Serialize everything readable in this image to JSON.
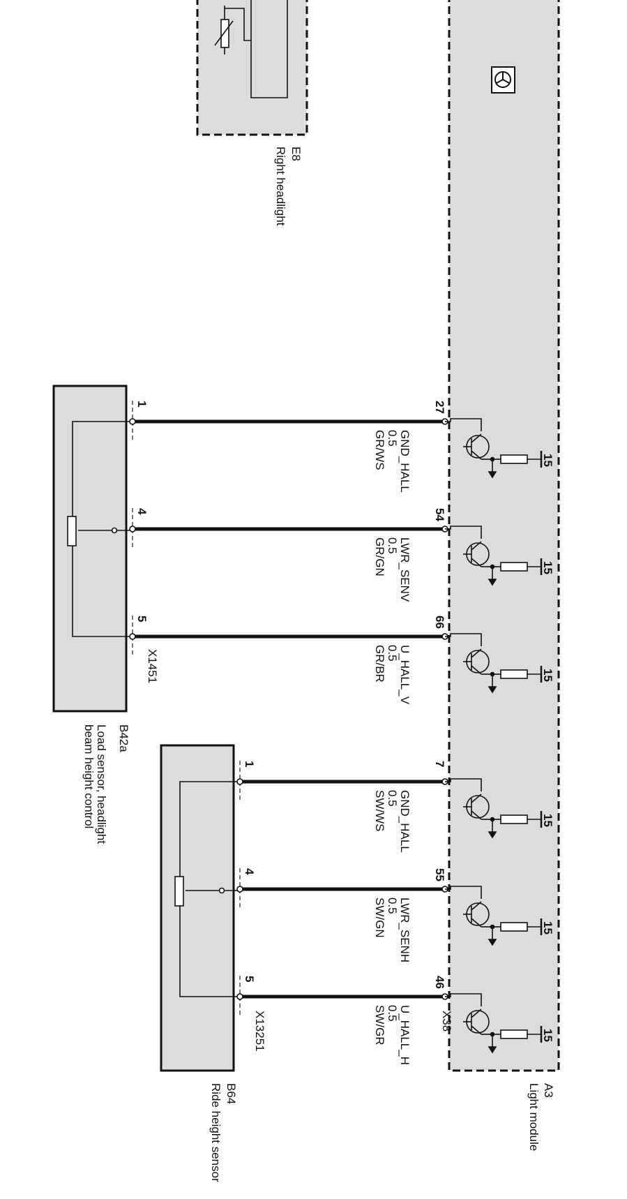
{
  "colors": {
    "module_fill": "#dcdcdc",
    "wire": "#111111",
    "outline": "#111111"
  },
  "modules": {
    "light_module": {
      "id": "A3",
      "name": "Light module",
      "connector": "X38"
    },
    "right_headlight": {
      "id": "E8",
      "name": "Right headlight"
    },
    "load_sensor": {
      "id": "B42a",
      "name_line1": "Load sensor, headlight",
      "name_line2": "beam height control",
      "connector": "X1451"
    },
    "ride_height_sensor": {
      "id": "B64",
      "name": "Ride height sensor",
      "connector": "X13251"
    }
  },
  "terminal_label": "15",
  "wires": [
    {
      "module_pin": "27",
      "sensor_pin": "1",
      "signal": "GND_HALL",
      "gauge": "0.5",
      "color": "GR/WS"
    },
    {
      "module_pin": "54",
      "sensor_pin": "4",
      "signal": "LWR_SENV",
      "gauge": "0.5",
      "color": "GR/GN"
    },
    {
      "module_pin": "66",
      "sensor_pin": "5",
      "signal": "U_HALL_V",
      "gauge": "0.5",
      "color": "GR/BR"
    },
    {
      "module_pin": "7",
      "sensor_pin": "1",
      "signal": "GND_HALL",
      "gauge": "0.5",
      "color": "SW/WS"
    },
    {
      "module_pin": "55",
      "sensor_pin": "4",
      "signal": "LWR_SENH",
      "gauge": "0.5",
      "color": "SW/GN"
    },
    {
      "module_pin": "46",
      "sensor_pin": "5",
      "signal": "U_HALL_H",
      "gauge": "0.5",
      "color": "SW/GR"
    }
  ]
}
